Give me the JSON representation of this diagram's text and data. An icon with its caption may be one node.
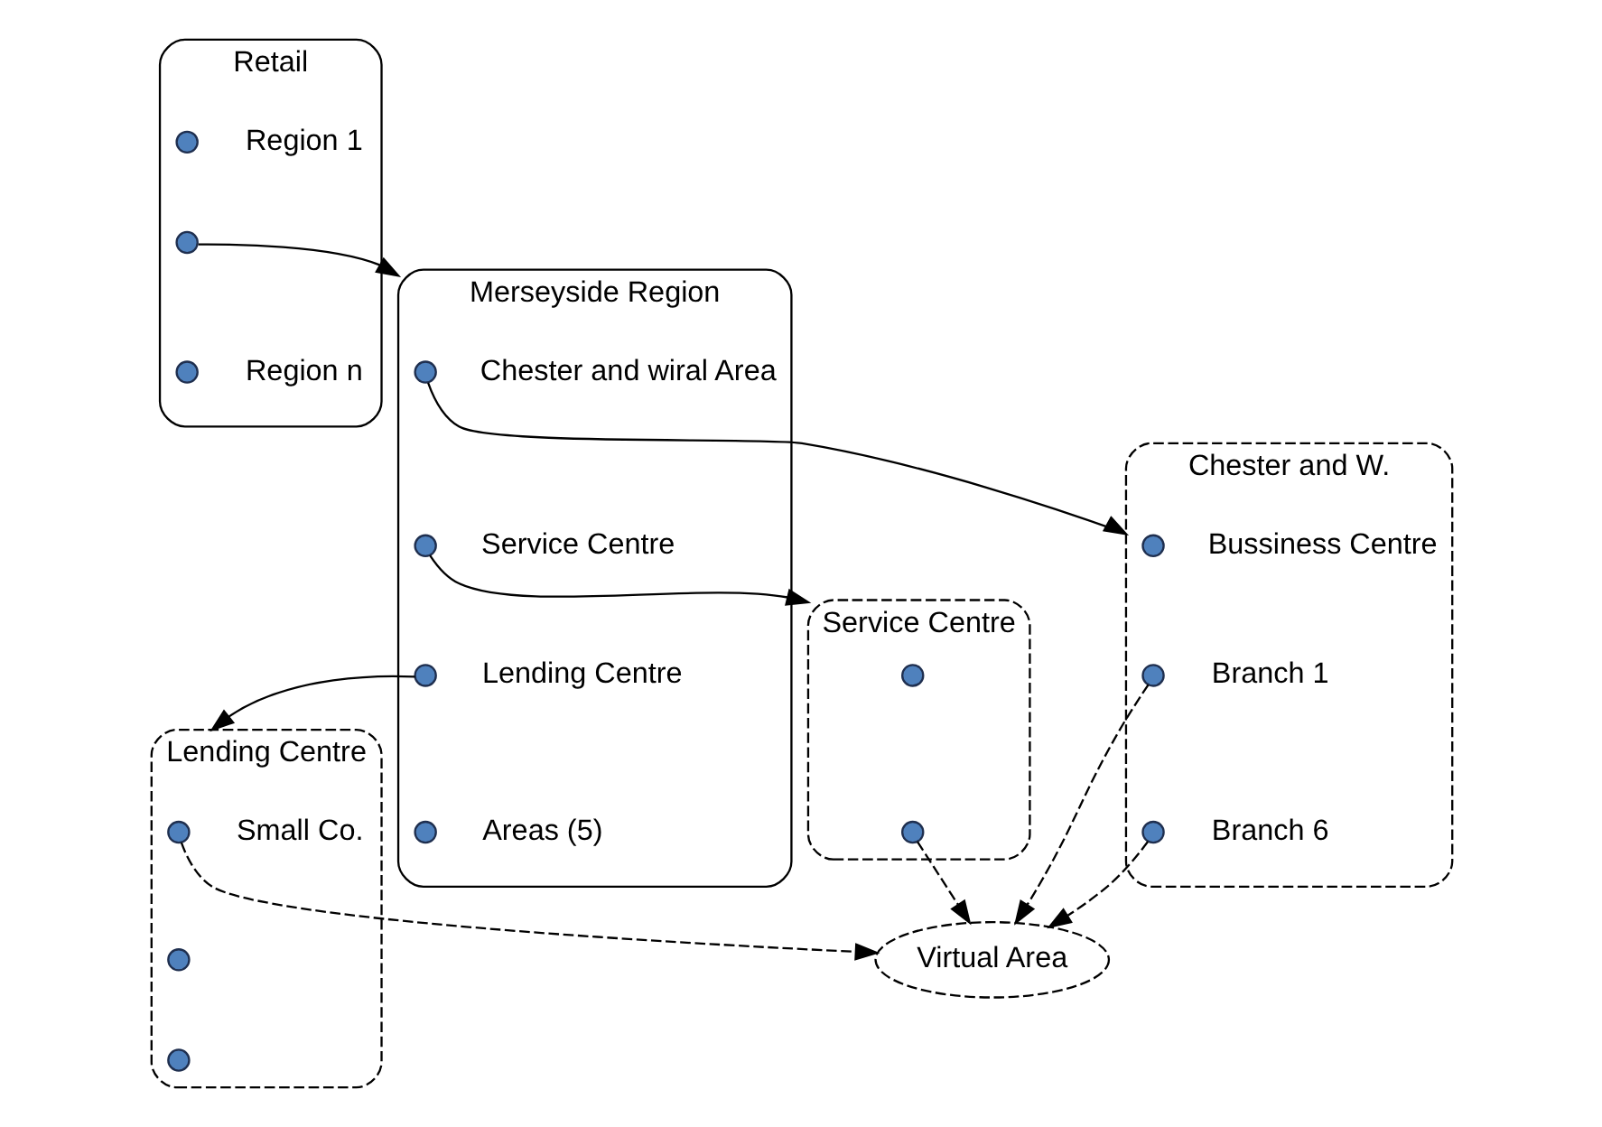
{
  "diagram": {
    "nodes": [
      {
        "text": [
          "Retail"
        ]
      },
      {
        "text": [],
        "shape": "circle",
        "in": 0,
        "beside": [
          "Region 1"
        ]
      },
      {
        "text": [],
        "shape": "circle",
        "in": 0
      },
      {
        "text": [],
        "shape": "circle",
        "in": 0,
        "beside": [
          "Region n"
        ]
      },
      {
        "text": [
          "Merseyside Region"
        ]
      },
      {
        "text": [],
        "shape": "circle",
        "in": 4,
        "beside": [
          "Chester and wiral Area"
        ]
      },
      {
        "text": [],
        "shape": "circle",
        "in": 4,
        "beside": [
          "Service Centre"
        ]
      },
      {
        "text": [],
        "shape": "circle",
        "in": 4,
        "beside": [
          "Lending Centre"
        ]
      },
      {
        "text": [],
        "shape": "circle",
        "in": 4,
        "beside": [
          "Areas (5)"
        ]
      },
      {
        "text": [
          "Chester and W."
        ]
      },
      {
        "text": [],
        "shape": "circle",
        "in": 9,
        "beside": [
          "Bussiness Centre"
        ]
      },
      {
        "text": [],
        "shape": "circle",
        "in": 9,
        "beside": [
          "Branch 1"
        ]
      },
      {
        "text": [],
        "shape": "circle",
        "in": 9,
        "beside": [
          "Branch 6"
        ]
      },
      {
        "text": [
          "Lending Centre"
        ]
      },
      {
        "text": [],
        "shape": "circle",
        "in": 13,
        "beside": [
          "Small Co."
        ]
      },
      {
        "text": [],
        "shape": "circle",
        "in": 13
      },
      {
        "text": [],
        "shape": "circle",
        "in": 13
      },
      {
        "text": [
          "Service Centre"
        ]
      },
      {
        "text": [],
        "shape": "circle",
        "in": 17
      },
      {
        "text": [],
        "shape": "circle",
        "in": 17
      },
      {
        "text": [
          "Virtual Area"
        ]
      }
    ],
    "edges": [
      {
        "from": 2,
        "to": 4,
        "arrow": "to"
      },
      {
        "from": 5,
        "to": 9,
        "arrow": "to"
      },
      {
        "from": 6,
        "to": 17,
        "arrow": "to"
      },
      {
        "from": 7,
        "to": 13,
        "arrow": "to"
      },
      {
        "from": 11,
        "to": 20,
        "arrow": "to",
        "style": "dashed"
      },
      {
        "from": 12,
        "to": 20,
        "arrow": "to",
        "style": "dashed"
      },
      {
        "from": 14,
        "to": 20,
        "arrow": "to",
        "style": "dashed"
      },
      {
        "from": 19,
        "to": 20,
        "arrow": "to",
        "style": "dashed"
      }
    ]
  }
}
